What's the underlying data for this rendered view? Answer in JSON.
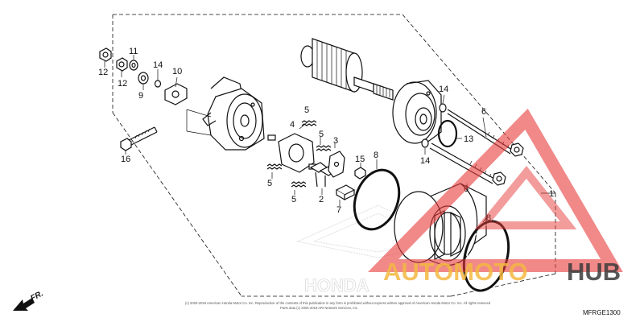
{
  "diagram": {
    "callouts": {
      "c1": "1",
      "c2": "2",
      "c3": "3",
      "c4": "4",
      "c5a": "5",
      "c5b": "5",
      "c5c": "5",
      "c5d": "5",
      "c6a": "6",
      "c6b": "6",
      "c7": "7",
      "c8a": "8",
      "c8b": "8",
      "c9": "9",
      "c10": "10",
      "c11": "11",
      "c12a": "12",
      "c12b": "12",
      "c13": "13",
      "c14a": "14",
      "c14b": "14",
      "c14c": "14",
      "c15": "15",
      "c16": "16"
    },
    "diagram_code": "MFRGE1300",
    "direction_label": "FR.",
    "copyright_line1": "(c) 2003-2019 American Honda Motor Co. Inc. Reproduction of the contents of this publication in any form is prohibited without express written approval of American Honda Motor Co. Inc. All rights reserved",
    "copyright_line2": "Parts data (c) 2004-2019 ARI Network Services, Inc.",
    "honda_wordmark": "HONDA"
  },
  "watermark": {
    "part1": "AUTOMOTO",
    "part2": "HUB",
    "color_primary": "#f4b942",
    "color_secondary": "#3b3b3b",
    "color_triangle": "#e83a3a"
  }
}
